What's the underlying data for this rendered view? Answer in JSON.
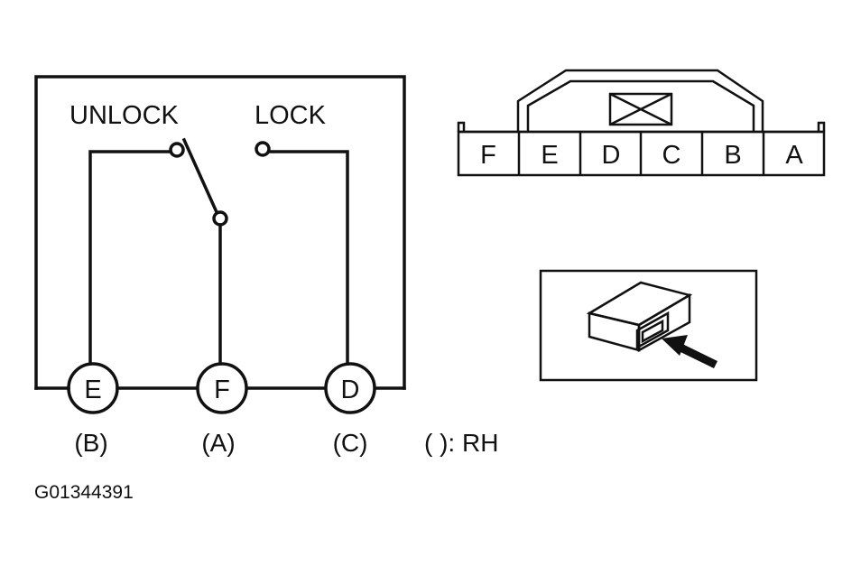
{
  "switch_diagram": {
    "unlock_label": "UNLOCK",
    "lock_label": "LOCK",
    "terminals": [
      {
        "id": "E",
        "rh": "(B)"
      },
      {
        "id": "F",
        "rh": "(A)"
      },
      {
        "id": "D",
        "rh": "(C)"
      }
    ],
    "rh_note": "( ): RH"
  },
  "connector": {
    "pins": [
      "F",
      "E",
      "D",
      "C",
      "B",
      "A"
    ]
  },
  "figure_id": "G01344391"
}
